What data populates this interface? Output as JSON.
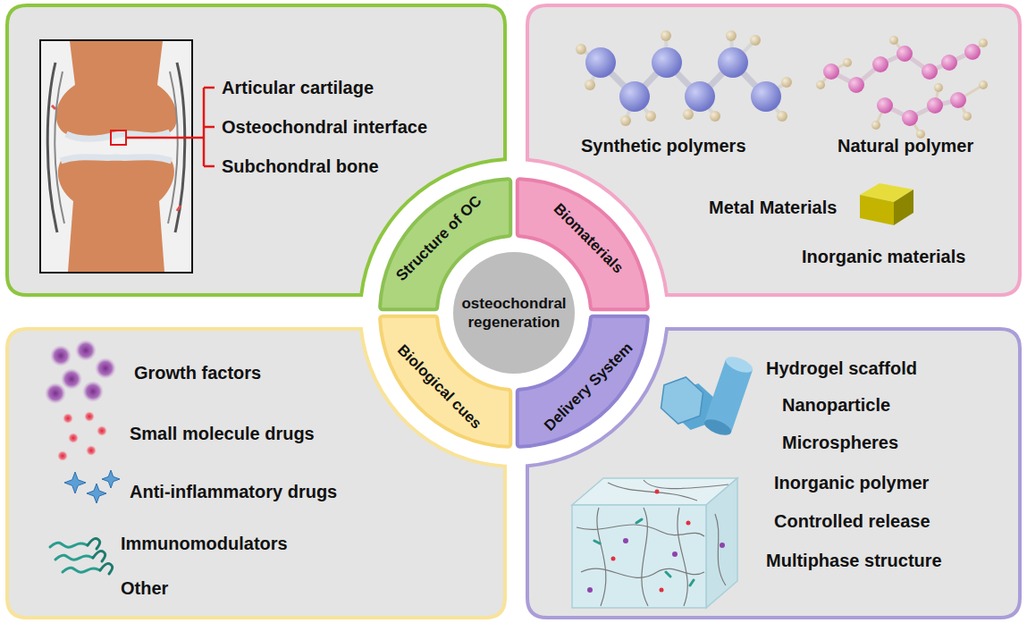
{
  "diagram": {
    "nodes": [
      {
        "text": [
          "Articular cartilage",
          "Osteochondral interface",
          "Subchondral bone"
        ]
      },
      {
        "text": [
          "Synthetic polymers",
          "Natural polymer",
          "Metal Materials",
          "Inorganic materials"
        ]
      },
      {
        "text": [
          "Growth factors",
          "Small molecule drugs",
          "Anti-inflammatory drugs",
          "Immunomodulators",
          "Other"
        ]
      },
      {
        "text": [
          "Hydrogel scaffold",
          "Nanoparticle",
          "Microspheres",
          "Inorganic polymer",
          "Controlled release",
          "Multiphase structure"
        ]
      },
      {
        "text": [
          "osteochondral regeneration"
        ]
      },
      {
        "text": [
          "Structure of OC"
        ]
      },
      {
        "text": [
          "Biomaterials"
        ]
      },
      {
        "text": [
          "Biological cues"
        ]
      },
      {
        "text": [
          "Delivery System"
        ]
      }
    ]
  }
}
